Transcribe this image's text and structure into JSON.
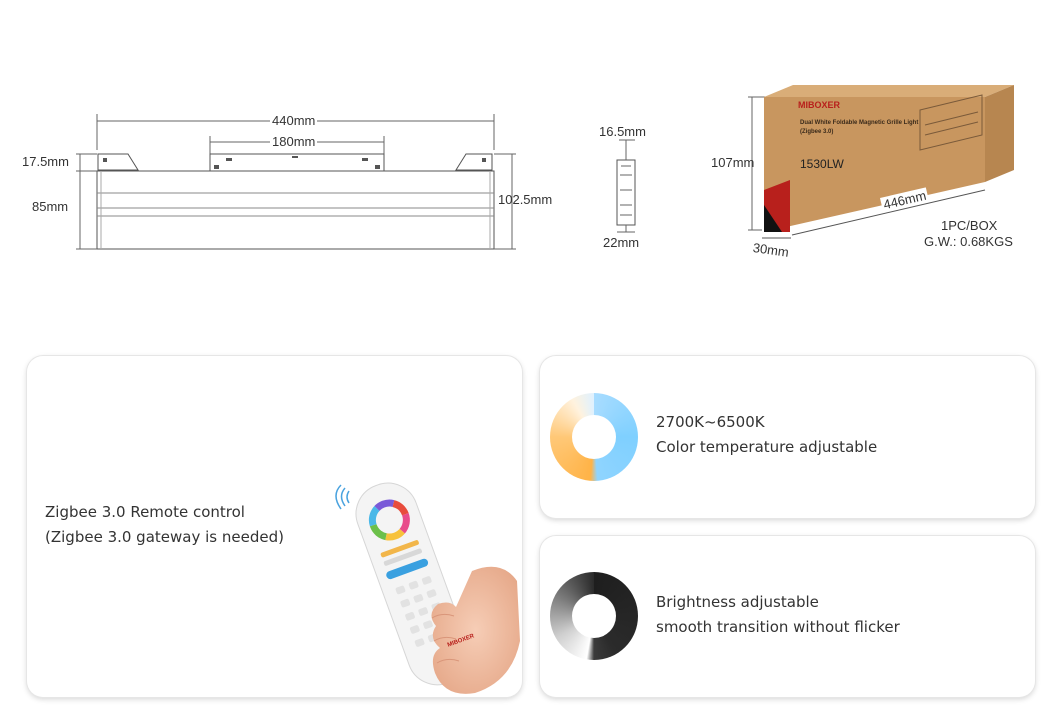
{
  "dimensions": {
    "width_440": "440mm",
    "width_180": "180mm",
    "h_17_5": "17.5mm",
    "h_85": "85mm",
    "h_102_5": "102.5mm",
    "side_16_5": "16.5mm",
    "side_22": "22mm",
    "box_107": "107mm",
    "box_446": "446mm",
    "box_30": "30mm"
  },
  "packing": {
    "qty": "1PC/BOX",
    "weight": "G.W.: 0.68KGS"
  },
  "box_print": {
    "brand": "MIBOXER",
    "model": "1530LW",
    "line1": "Dual White Foldable Magnetic Grille Light",
    "line2": "(Zigbee 3.0)"
  },
  "features": {
    "remote": {
      "line1": "Zigbee 3.0 Remote control",
      "line2": "(Zigbee 3.0 gateway is needed)"
    },
    "cct": {
      "line1": "2700K~6500K",
      "line2": "Color temperature adjustable"
    },
    "brightness": {
      "line1": "Brightness adjustable",
      "line2": "smooth transition without flicker"
    }
  },
  "remote_print": {
    "brand": "MIBOXER"
  },
  "colors": {
    "warm": "#ffb347",
    "cool": "#7fd0ff",
    "dark": "#2b2b2b",
    "box": "#c8965f"
  }
}
